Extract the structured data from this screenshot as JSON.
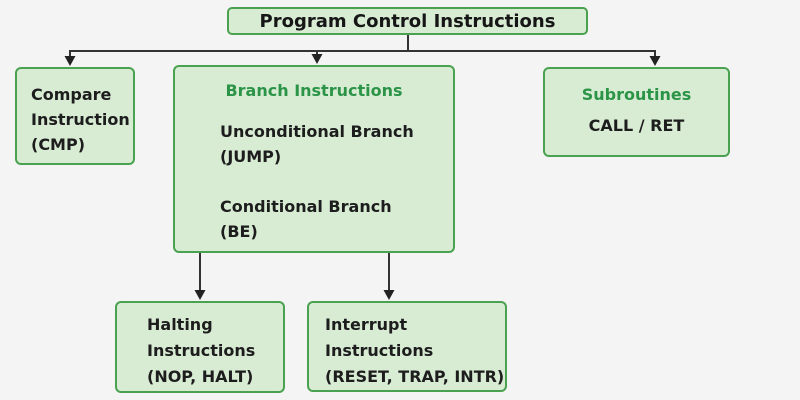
{
  "colors": {
    "page_background": "#f4f4f4",
    "box_fill": "#d8ecd4",
    "box_border": "#4aa14f",
    "heading_green": "#2b9447",
    "text_dark": "#1d1d1d",
    "connector_line": "#333333"
  },
  "diagram": {
    "root": {
      "title": "Program Control Instructions"
    },
    "compare": {
      "lines": [
        "Compare",
        "Instruction",
        "(CMP)"
      ]
    },
    "branch": {
      "title": "Branch Instructions",
      "item1_name": "Unconditional Branch",
      "item1_code": "(JUMP)",
      "item2_name": "Conditional Branch",
      "item2_code": "(BE)"
    },
    "subroutines": {
      "title": "Subroutines",
      "body": "CALL / RET"
    },
    "halting": {
      "lines": [
        "Halting",
        "Instructions",
        "(NOP, HALT)"
      ]
    },
    "interrupt": {
      "lines": [
        "Interrupt",
        "Instructions",
        "(RESET, TRAP, INTR)"
      ]
    }
  }
}
